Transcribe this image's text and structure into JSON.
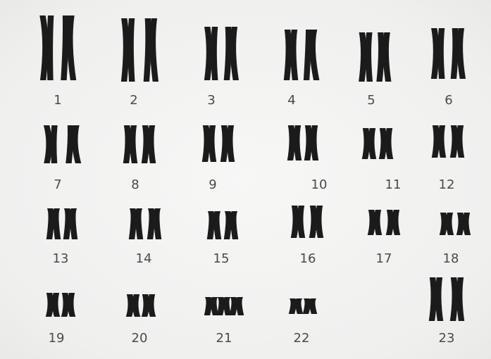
{
  "figure": {
    "labels": [
      "1",
      "2",
      "3",
      "4",
      "5",
      "6",
      "7",
      "8",
      "9",
      "10",
      "11",
      "12",
      "13",
      "14",
      "15",
      "16",
      "17",
      "18",
      "19",
      "20",
      "21",
      "22",
      "23"
    ]
  },
  "colors": {
    "background": "#f4f4f3",
    "chromosome": "#1b1b1b",
    "label": "#4a4a4a"
  }
}
